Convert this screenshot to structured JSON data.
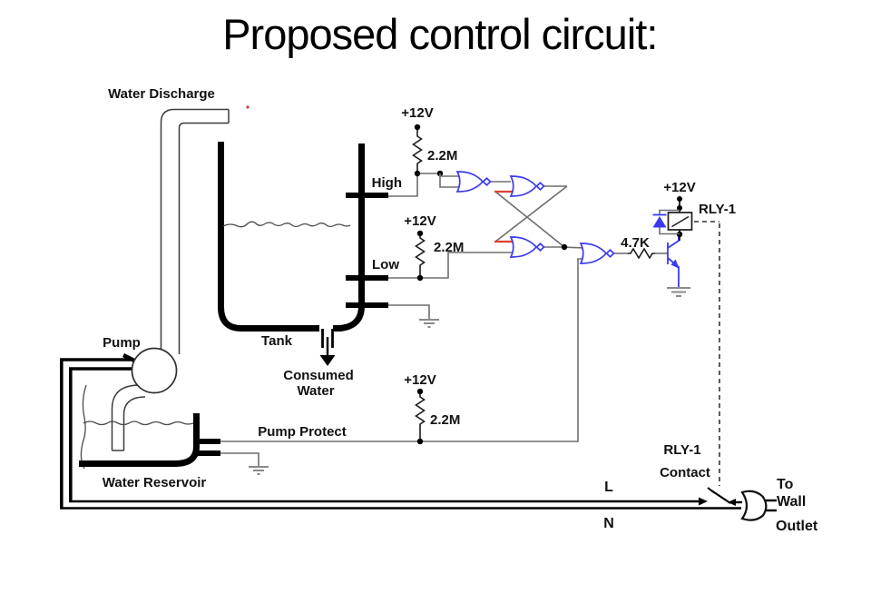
{
  "title": "Proposed control circuit:",
  "labels": {
    "water_discharge": "Water Discharge",
    "pump": "Pump",
    "tank": "Tank",
    "consumed_1": "Consumed",
    "consumed_2": "Water",
    "water_reservoir": "Water Reservoir",
    "pump_protect": "Pump Protect",
    "high": "High",
    "low": "Low",
    "supply_high": "+12V",
    "supply_low": "+12V",
    "supply_pump": "+12V",
    "supply_relay": "+12V",
    "r_high": "2.2M",
    "r_low": "2.2M",
    "r_pump": "2.2M",
    "r_base": "4.7K",
    "relay_name": "RLY-1",
    "relay_contact_1": "RLY-1",
    "relay_contact_2": "Contact",
    "line_l": "L",
    "line_n": "N",
    "outlet_1": "To",
    "outlet_2": "Wall",
    "outlet_3": "Outlet"
  },
  "colors": {
    "gate": "#3a3af0",
    "wire": "#6e6e6e",
    "feedback": "#e04030",
    "ground": "#8a8a8a",
    "ink": "#000000"
  }
}
